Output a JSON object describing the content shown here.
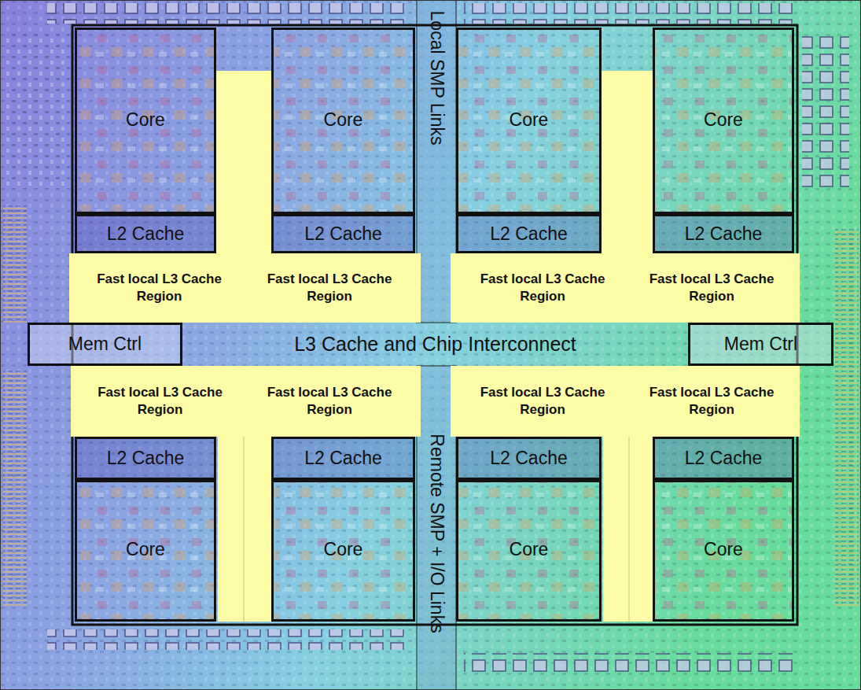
{
  "diagram": {
    "nodes": [
      {
        "text": [
          "Core"
        ]
      },
      {
        "text": [
          "Core"
        ]
      },
      {
        "text": [
          "Local SMP Links"
        ]
      },
      {
        "text": [
          "Core"
        ]
      },
      {
        "text": [
          "Core"
        ]
      },
      {
        "text": [
          "L2 Cache"
        ]
      },
      {
        "text": [
          "L2 Cache"
        ]
      },
      {
        "text": [
          "L2 Cache"
        ]
      },
      {
        "text": [
          "L2 Cache"
        ]
      },
      {
        "text": [
          "Fast local L3 Cache Region"
        ]
      },
      {
        "text": [
          "Fast local L3 Cache Region"
        ]
      },
      {
        "text": [
          "Fast local L3 Cache Region"
        ]
      },
      {
        "text": [
          "Fast local L3 Cache Region"
        ]
      },
      {
        "text": [
          "Mem Ctrl"
        ]
      },
      {
        "text": [
          "L3 Cache and Chip Interconnect"
        ]
      },
      {
        "text": [
          "Mem Ctrl"
        ]
      },
      {
        "text": [
          "Remote SMP + I/O Links"
        ]
      },
      {
        "text": [
          "Fast local L3 Cache Region"
        ]
      },
      {
        "text": [
          "Fast local L3 Cache Region"
        ]
      },
      {
        "text": [
          "Fast local L3 Cache Region"
        ]
      },
      {
        "text": [
          "Fast local L3 Cache Region"
        ]
      },
      {
        "text": [
          "L2 Cache"
        ]
      },
      {
        "text": [
          "L2 Cache"
        ]
      },
      {
        "text": [
          "L2 Cache"
        ]
      },
      {
        "text": [
          "L2 Cache"
        ]
      },
      {
        "text": [
          "Core"
        ]
      },
      {
        "text": [
          "Core"
        ]
      },
      {
        "text": [
          "Core"
        ]
      },
      {
        "text": [
          "Core"
        ]
      }
    ]
  }
}
